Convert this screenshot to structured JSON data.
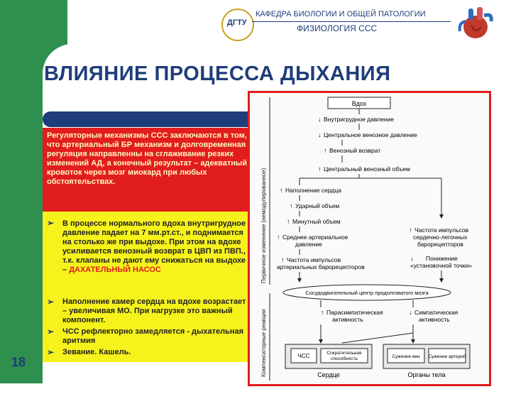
{
  "header": {
    "department": "КАФЕДРА БИОЛОГИИ И ОБЩЕЙ ПАТОЛОГИИ",
    "subject": "ФИЗИОЛОГИЯ ССС",
    "logo_text": "ДГТУ"
  },
  "title": "ВЛИЯНИЕ ПРОЦЕССА ДЫХАНИЯ",
  "red_box": {
    "text": "Регуляторные механизмы ССС заключаются в том, что артериальный БР механизм и долговременная регуляция направленны на сглаживание резких изменений АД, а конечный результат – адекватный кровоток через мозг миокард при любых обстоятельствах."
  },
  "bullets": [
    {
      "text": "В процессе нормального вдоха внутригрудное давление падает на 7 мм.рт.ст., и поднимается на столько же при выдохе. При этом на вдохе усиливается венозный возврат в ЦВП из ПВП., т.к. клапаны не дают ему снижаться на выдохе –",
      "highlight": "ДАХАТЕЛЬНЫЙ НАСОС"
    },
    {
      "text": "Наполнение камер сердца на вдохе возрастает – увеличивая МО. При нагрузке это важный компонент."
    },
    {
      "text": "ЧСС рефлекторно замедляется - дыхательная аритмия"
    },
    {
      "text": "Зевание. Кашель."
    }
  ],
  "page_number": "18",
  "diagram": {
    "side_top": "Первичное изменение (немодулированное)",
    "side_bottom": "Компенсаторные реакции",
    "nodes": {
      "vdoh": "Вдох",
      "intrathoracic": "Внутригрудное давление",
      "cvp": "Центральное венозное давление",
      "venous_return": "Венозный возврат",
      "central_volume": "Центральный венозный объем",
      "filling": "Наполнение сердца",
      "stroke": "Ударный объем",
      "minute": "Минутный объем",
      "map_1": "Среднее артериальное",
      "map_2": "давление",
      "baro_1": "Частота импульсов",
      "baro_2": "артериальных барорецепторов",
      "cardio_1": "Частота импульсов",
      "cardio_2": "сердечно-легочных",
      "cardio_3": "барорецепторов",
      "setpoint_1": "Понижение",
      "setpoint_2": "«установочной точки»",
      "center": "Сосудодвигательный центр продолговатого мозга",
      "para_1": "Парасимпатическая",
      "para_2": "активность",
      "symp_1": "Симпатическая",
      "symp_2": "активность",
      "hr": "ЧСС",
      "contractility_1": "Сократительная",
      "contractility_2": "способность",
      "constrict_veins": "Сужение вен",
      "constrict_arteries": "Сужение артерий",
      "heart": "Сердце",
      "organs": "Органы тела"
    }
  }
}
